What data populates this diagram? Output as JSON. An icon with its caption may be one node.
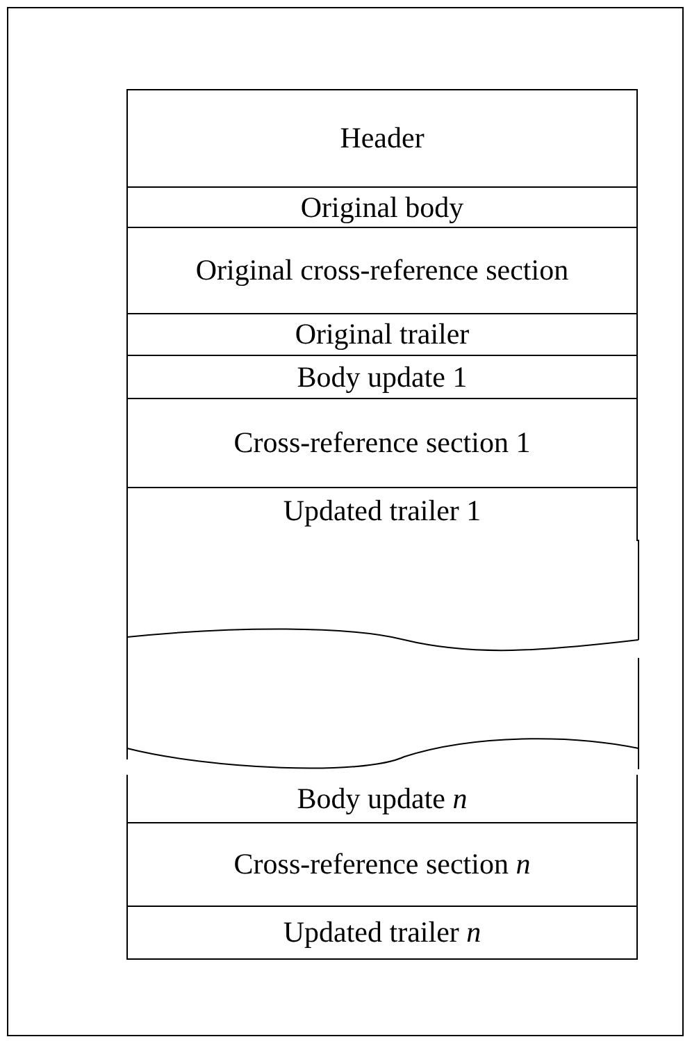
{
  "diagram": {
    "nodes": [
      {
        "text": [
          "Header"
        ]
      },
      {
        "text": [
          "Original body"
        ]
      },
      {
        "text": [
          "Original cross-reference section"
        ]
      },
      {
        "text": [
          "Original trailer"
        ]
      },
      {
        "text": [
          "Body update 1"
        ]
      },
      {
        "text": [
          "Cross-reference section 1"
        ]
      },
      {
        "text": [
          "Updated trailer 1"
        ]
      },
      {
        "text": [
          "Body update *n*"
        ]
      },
      {
        "text": [
          "Cross-reference section *n*"
        ]
      },
      {
        "text": [
          "Updated trailer *n*"
        ]
      }
    ]
  }
}
